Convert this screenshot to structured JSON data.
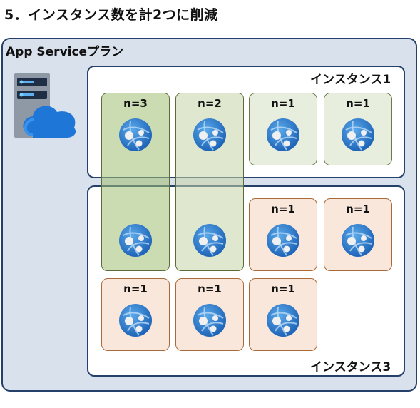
{
  "title": "5．インスタンス数を計2つに削減",
  "plan_label": "App Serviceプラン",
  "instance1_label": "インスタンス1",
  "instance3_label": "インスタンス3",
  "columns": [
    {
      "label": "n=3"
    },
    {
      "label": "n=2"
    }
  ],
  "cards": [
    {
      "label": "n=1"
    },
    {
      "label": "n=1"
    },
    {
      "label": "n=1"
    },
    {
      "label": "n=1"
    },
    {
      "label": "n=1"
    },
    {
      "label": "n=1"
    },
    {
      "label": "n=1"
    }
  ],
  "icons": {
    "server": "app-service-plan-icon",
    "app": "web-app-icon"
  },
  "colors": {
    "border": "#24406b",
    "plan_bg": "#d9e1ec",
    "green_card": "#e8eedd",
    "orange_card": "#f8e7da",
    "column_dark": "#a0be73",
    "column_light": "#c4d6a8"
  }
}
